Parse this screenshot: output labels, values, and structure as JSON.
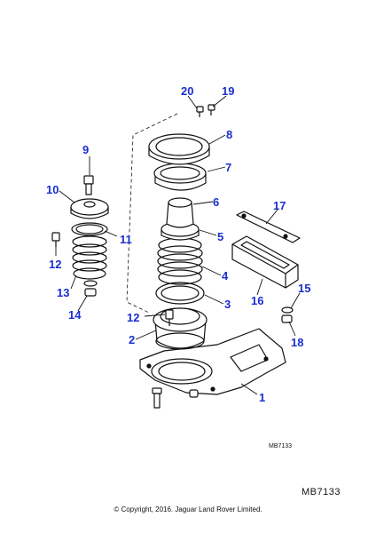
{
  "callouts": {
    "c1": "1",
    "c2": "2",
    "c3": "3",
    "c4": "4",
    "c5": "5",
    "c6": "6",
    "c7": "7",
    "c8": "8",
    "c9": "9",
    "c10": "10",
    "c11": "11",
    "c12a": "12",
    "c12b": "12",
    "c13": "13",
    "c14": "14",
    "c15": "15",
    "c16": "16",
    "c17": "17",
    "c18": "18",
    "c19": "19",
    "c20": "20"
  },
  "drawing_code": "MB7133",
  "reference_code": "MB7133",
  "copyright": "© Copyright, 2016. Jaguar Land Rover Limited.",
  "colors": {
    "callout": "#1a2fd0",
    "line": "#111111"
  }
}
